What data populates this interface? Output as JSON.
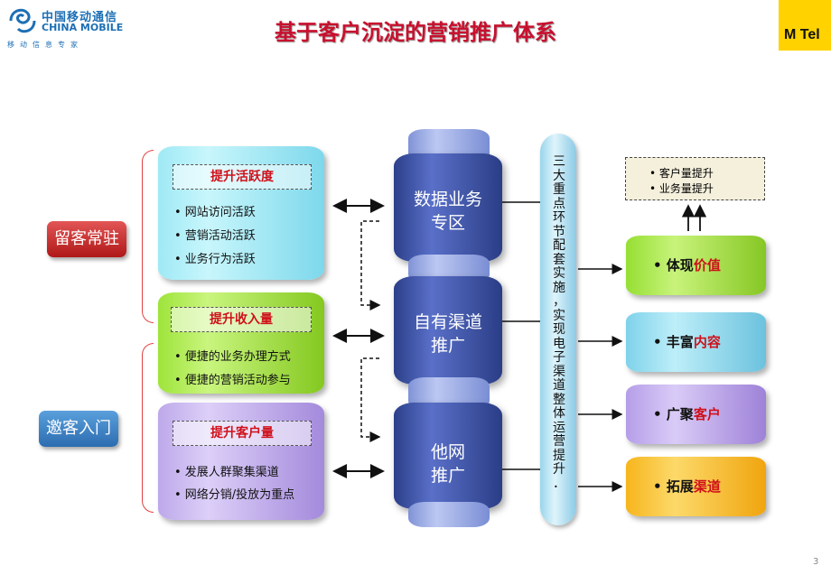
{
  "header": {
    "logo_cn": "中国移动通信",
    "logo_en": "CHINA MOBILE",
    "logo_slogan": "移动信息专家",
    "title": "基于客户沉淀的营销推广体系",
    "mtel": "M Tel",
    "page_number": "3"
  },
  "left_buttons": {
    "retain": "留客常驻",
    "invite": "邀客入门"
  },
  "left_cylinders": [
    {
      "label": "提升活跃度",
      "items": [
        "• 网站访问活跃",
        "• 营销活动活跃",
        "• 业务行为活跃"
      ]
    },
    {
      "label": "提升收入量",
      "items": [
        "• 便捷的业务办理方式",
        "• 便捷的营销活动参与"
      ]
    },
    {
      "label": "提升客户量",
      "items": [
        "• 发展人群聚集渠道",
        "• 网络分销/投放为重点"
      ]
    }
  ],
  "center_stacks": [
    {
      "line1": "数据业务",
      "line2": "专区"
    },
    {
      "line1": "自有渠道",
      "line2": "推广"
    },
    {
      "line1": "他网",
      "line2": "推广"
    }
  ],
  "vertical_text": "三大重点环节配套实施，实现电子渠道整体运营提升．",
  "top_result": [
    "• 客户量提升",
    "• 业务量提升"
  ],
  "right_boxes": [
    {
      "prefix": "• 体现",
      "highlight": "价值"
    },
    {
      "prefix": "• 丰富",
      "highlight": "内容"
    },
    {
      "prefix": "• 广聚",
      "highlight": "客户"
    },
    {
      "prefix": "• 拓展",
      "highlight": "渠道"
    }
  ]
}
